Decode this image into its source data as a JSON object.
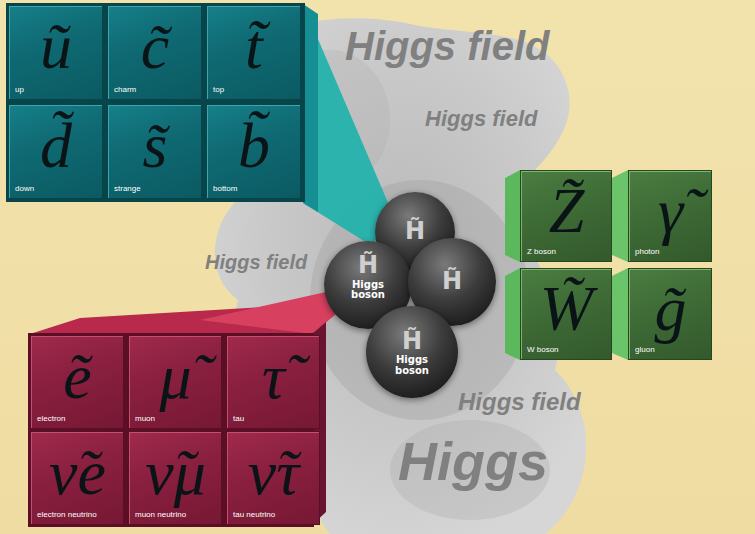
{
  "diagram": {
    "nodes": [
      {
        "text": [
          "ũ",
          "up"
        ]
      },
      {
        "text": [
          "c̃",
          "charm"
        ]
      },
      {
        "text": [
          "t̃",
          "top"
        ]
      },
      {
        "text": [
          "d̃",
          "down"
        ]
      },
      {
        "text": [
          "s̃",
          "strange"
        ]
      },
      {
        "text": [
          "b̃",
          "bottom"
        ]
      },
      {
        "text": [
          "Z̃",
          "Z boson"
        ]
      },
      {
        "text": [
          "γ̃",
          "photon"
        ]
      },
      {
        "text": [
          "H̃"
        ]
      },
      {
        "text": [
          "H̃",
          "Higgs boson"
        ]
      },
      {
        "text": [
          "H̃"
        ]
      },
      {
        "text": [
          "W̃",
          "W boson"
        ]
      },
      {
        "text": [
          "g̃",
          "gluon"
        ]
      },
      {
        "text": [
          "H̃",
          "Higgs boson"
        ]
      },
      {
        "text": [
          "ẽ",
          "electron"
        ]
      },
      {
        "text": [
          "μ̃",
          "muon"
        ]
      },
      {
        "text": [
          "τ̃",
          "tau"
        ]
      },
      {
        "text": [
          "ν̃e",
          "electron neutrino"
        ]
      },
      {
        "text": [
          "ν̃μ",
          "muon neutrino"
        ]
      },
      {
        "text": [
          "ν̃τ",
          "tau neutrino"
        ]
      }
    ],
    "labels": [
      "Higgs field",
      "Higgs field",
      "Higgs field",
      "Higgs field",
      "Higgs"
    ]
  }
}
